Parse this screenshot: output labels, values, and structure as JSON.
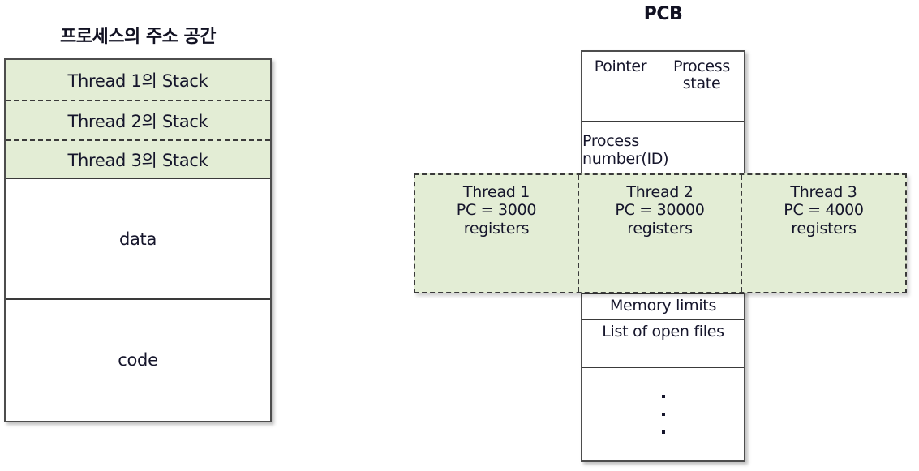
{
  "address_space": {
    "title": "프로세스의 주소 공간",
    "segments": [
      {
        "label": "Thread 1의 Stack",
        "kind": "stack"
      },
      {
        "label": "Thread 2의 Stack",
        "kind": "stack"
      },
      {
        "label": "Thread 3의 Stack",
        "kind": "stack"
      },
      {
        "label": "data",
        "kind": "plain"
      },
      {
        "label": "code",
        "kind": "plain"
      }
    ]
  },
  "pcb": {
    "title": "PCB",
    "pointer": "Pointer",
    "process_state_line1": "Process",
    "process_state_line2": "state",
    "process_number_line1": "Process",
    "process_number_line2": "number(ID)",
    "memory_limits": "Memory limits",
    "open_files": "List of open files",
    "ellipsis": "⋮"
  },
  "threads": [
    {
      "name": "Thread 1",
      "pc": "PC = 3000",
      "registers": "registers"
    },
    {
      "name": "Thread 2",
      "pc": "PC = 30000",
      "registers": "registers"
    },
    {
      "name": "Thread 3",
      "pc": "PC = 4000",
      "registers": "registers"
    }
  ],
  "colors": {
    "thread_fill": "#e3edd5",
    "border": "#4d4d4d",
    "text": "#15152b",
    "background": "#ffffff"
  }
}
